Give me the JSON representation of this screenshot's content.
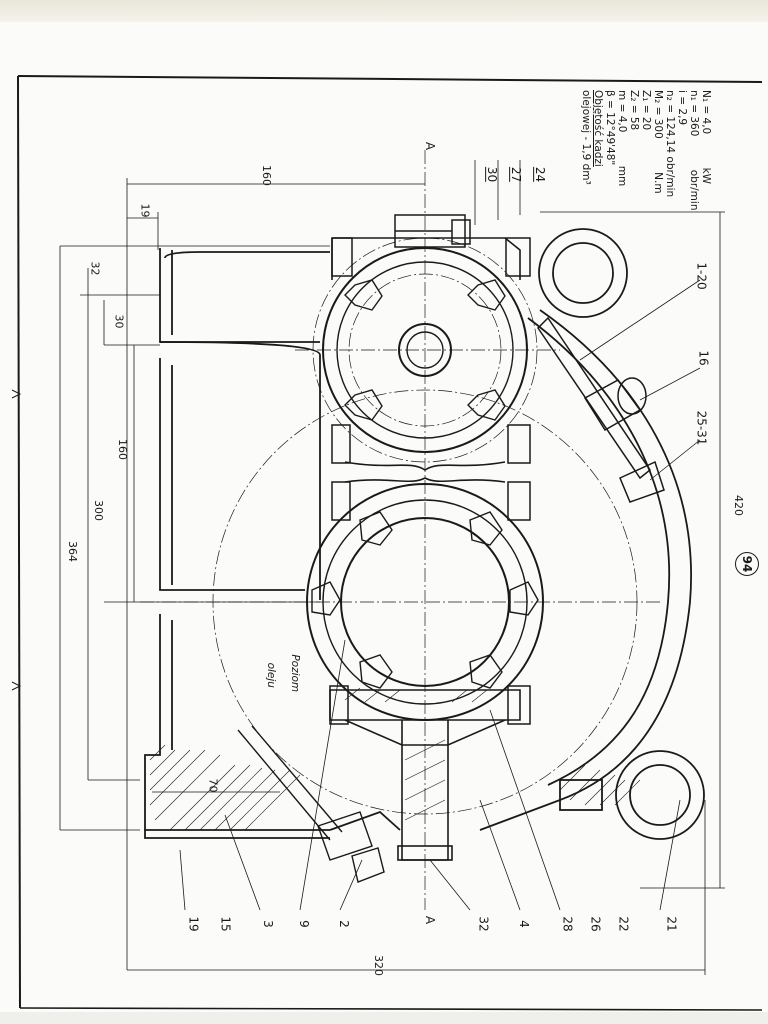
{
  "page_number": "94",
  "tech_data": [
    {
      "sym": "N₁ = 4,0",
      "unit": "kW"
    },
    {
      "sym": "n₁ = 360",
      "unit": "obr/min"
    },
    {
      "sym": "i = 2,9",
      "unit": ""
    },
    {
      "sym": "n₂ = 124,14 obr/min",
      "unit": ""
    },
    {
      "sym": "M₂ = 300",
      "unit": "N.m"
    },
    {
      "sym": "Z₁ = 20",
      "unit": ""
    },
    {
      "sym": "Z₂ = 58",
      "unit": ""
    },
    {
      "sym": "m = 4,0",
      "unit": "mm"
    },
    {
      "sym": "β = 12°49'48\"",
      "unit": ""
    },
    {
      "sym": "Objętość kadzi",
      "unit": ""
    },
    {
      "sym": "olejowej - 1,9 dm³",
      "unit": ""
    }
  ],
  "section_marks": {
    "top": "A",
    "bottom": "A"
  },
  "dimensions": {
    "d160_top": "160",
    "d19": "19",
    "d32": "32",
    "d30": "30",
    "d160_left": "160",
    "d300": "300",
    "d364": "364",
    "d70": "70",
    "d320": "320",
    "d420": "420"
  },
  "oil_level_label": [
    "Poziom",
    "oleju"
  ],
  "part_labels_top": [
    "24",
    "27",
    "30"
  ],
  "part_labels_right": [
    "1-20",
    "16",
    "25-31"
  ],
  "part_labels_bottom": [
    "19",
    "15",
    "3",
    "9",
    "2",
    "32",
    "4",
    "28",
    "26",
    "22",
    "21"
  ]
}
